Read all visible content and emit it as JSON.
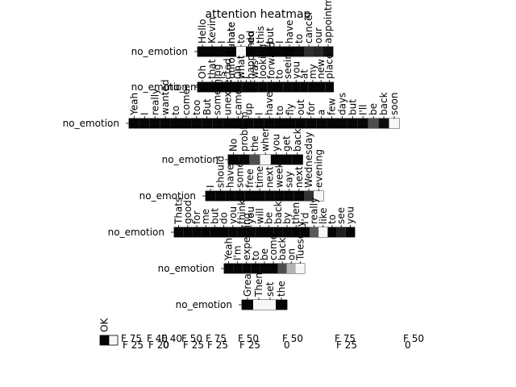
{
  "chart_data": {
    "type": "heatmap",
    "title": "attention heatmap",
    "rows": [
      {
        "label": "no_emotion",
        "words": [
          "Hello",
          "Kevin",
          "I",
          "hate",
          "to",
          "do",
          "this",
          "but",
          "I",
          "have",
          "to",
          "cancel",
          "our",
          "appointment"
        ],
        "weights": [
          0.02,
          0.02,
          0.03,
          0.02,
          0.97,
          0.02,
          0.03,
          0.02,
          0.02,
          0.02,
          0.03,
          0.18,
          0.15,
          0.05
        ]
      },
      {
        "label": "no_emotion",
        "words": [
          "Oh",
          "that",
          "is",
          "unfortunate",
          "what",
          "happened"
        ],
        "weights": [
          0.02,
          0.02,
          0.02,
          0.02,
          0.97,
          0.02
        ]
      },
      {
        "label": "no_emotion",
        "words": [
          "Oh",
          "I",
          "was",
          "looking",
          "forward",
          "to",
          "seeing",
          "you",
          "at",
          "my",
          "new",
          "place"
        ],
        "weights": [
          0.02,
          0.02,
          0.02,
          0.02,
          0.02,
          0.02,
          0.02,
          0.02,
          0.02,
          0.02,
          0.02,
          0.02
        ]
      },
      {
        "label": "no_emotion",
        "words": [
          "Yeah",
          "I",
          "really",
          "wanted",
          "to",
          "come",
          "too",
          "But",
          "something",
          "unexpected",
          "came",
          "up",
          "I",
          "have",
          "to",
          "fly",
          "out",
          "for",
          "a",
          "few",
          "days",
          "but",
          "I'll",
          "be",
          "back",
          "soon"
        ],
        "weights": [
          0.02,
          0.02,
          0.02,
          0.02,
          0.02,
          0.02,
          0.02,
          0.02,
          0.02,
          0.02,
          0.02,
          0.02,
          0.02,
          0.02,
          0.02,
          0.02,
          0.02,
          0.02,
          0.02,
          0.02,
          0.02,
          0.02,
          0.02,
          0.3,
          0.05,
          0.97
        ]
      },
      {
        "label": "no_emotion",
        "words": [
          "No",
          "problem",
          "the",
          "when",
          "you",
          "get",
          "back"
        ],
        "weights": [
          0.02,
          0.02,
          0.3,
          0.97,
          0.02,
          0.02,
          0.02
        ]
      },
      {
        "label": "no_emotion",
        "words": [
          "I",
          "should",
          "have",
          "some",
          "free",
          "time",
          "next",
          "week",
          "say",
          "next",
          "Wednesday",
          "evening"
        ],
        "weights": [
          0.02,
          0.02,
          0.02,
          0.02,
          0.02,
          0.02,
          0.02,
          0.02,
          0.02,
          0.02,
          0.2,
          0.97
        ]
      },
      {
        "label": "no_emotion",
        "words": [
          "Thats",
          "good",
          "for",
          "me",
          "but",
          "do",
          "you",
          "think",
          "you",
          "will",
          "be",
          "back",
          "by",
          "then",
          "I'd",
          "really",
          "like",
          "to",
          "see",
          "you"
        ],
        "weights": [
          0.02,
          0.02,
          0.02,
          0.02,
          0.02,
          0.02,
          0.02,
          0.02,
          0.02,
          0.02,
          0.02,
          0.02,
          0.02,
          0.02,
          0.02,
          0.35,
          0.97,
          0.02,
          0.12,
          0.02
        ]
      },
      {
        "label": "no_emotion",
        "words": [
          "Yeah",
          "I'm",
          "expecting",
          "to",
          "be",
          "come",
          "back",
          "on",
          "Tuesday"
        ],
        "weights": [
          0.02,
          0.02,
          0.02,
          0.02,
          0.02,
          0.02,
          0.3,
          0.7,
          0.97
        ]
      },
      {
        "label": "no_emotion",
        "words": [
          "Great",
          "Then",
          "set",
          "the"
        ],
        "weights": [
          0.02,
          0.97,
          0.97,
          0.02
        ]
      }
    ],
    "summary_row": {
      "words": [
        "OK"
      ],
      "weights": [
        0.02,
        0.97
      ]
    },
    "colorbar_labels": [
      "F 75\nF 25",
      "F 40\nF 20",
      "F 40\n0",
      "F 50\nF 25",
      "F 75\nF 25",
      "F 50\nF 25",
      "F 50\n0",
      "F 75\nF 25",
      "F 50\n0"
    ],
    "colormap": "gray"
  }
}
